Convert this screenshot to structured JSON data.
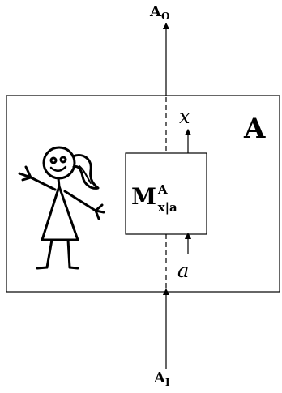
{
  "labels": {
    "top_system": "A",
    "top_sub": "O",
    "bottom_system": "A",
    "bottom_sub": "I",
    "party": "A",
    "box_main": "M",
    "box_sup": "A",
    "box_sub": "x|a",
    "output_var": "x",
    "input_var": "a"
  },
  "icons": {
    "party_figure": "stick-figure-girl-waving-icon"
  }
}
